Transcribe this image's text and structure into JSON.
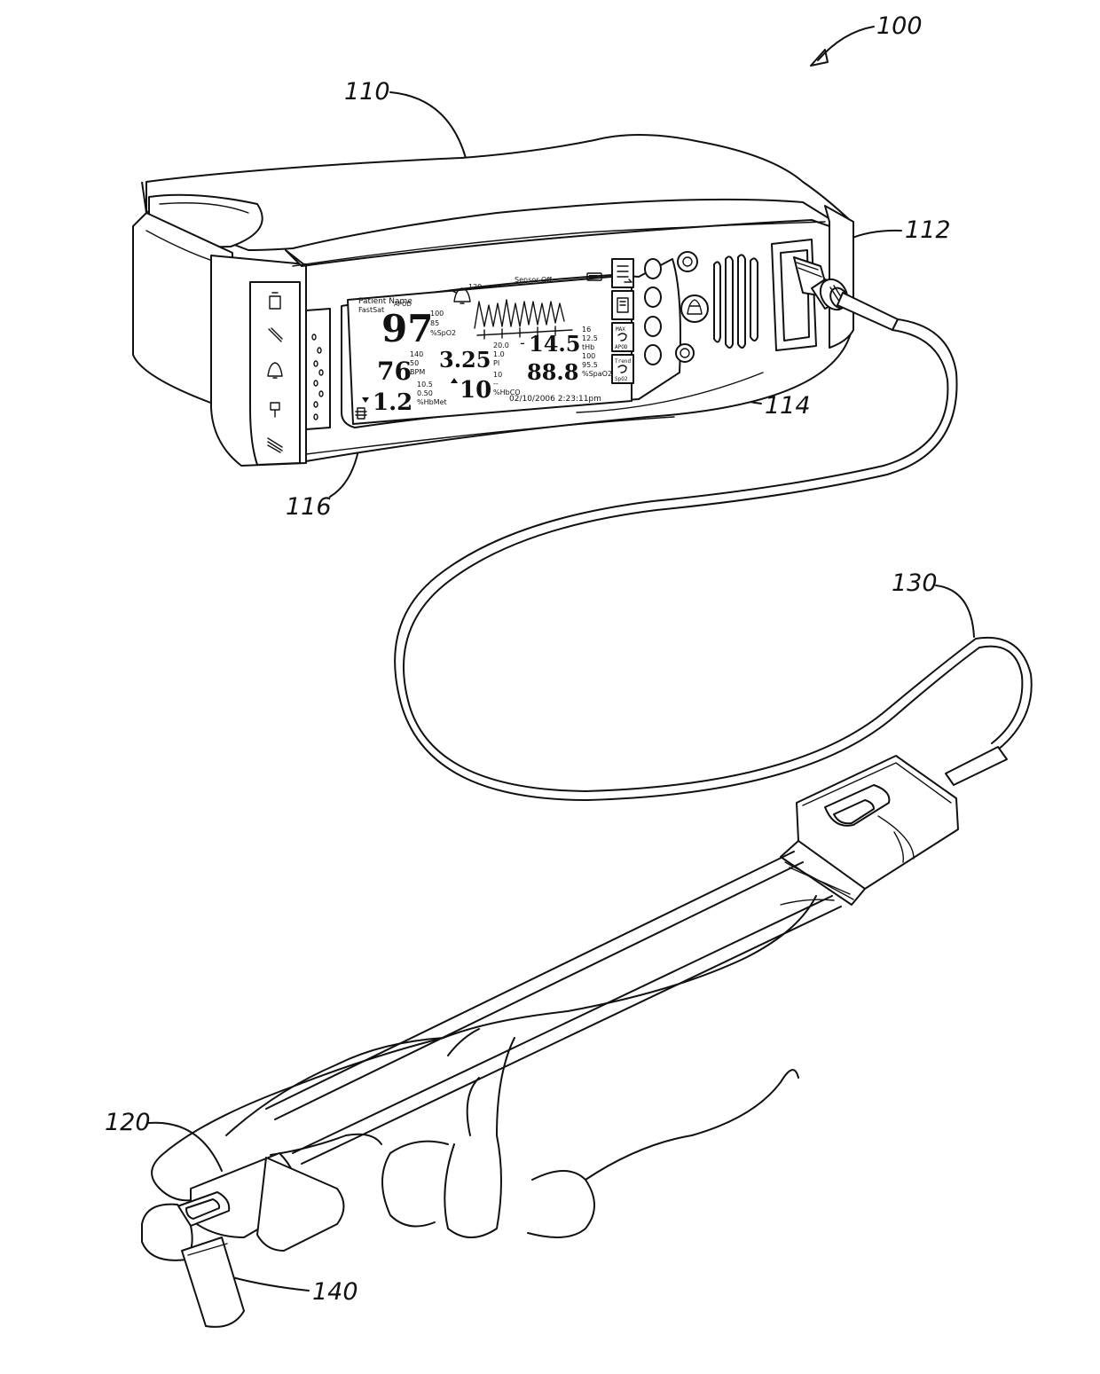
{
  "references": {
    "system": "100",
    "monitor": "110",
    "connector": "112",
    "button": "114",
    "indicator": "116",
    "sensor": "120",
    "cable": "130",
    "clip": "140"
  },
  "screen": {
    "patient_name": "Patient Name",
    "fastsat": "FastSat",
    "apod": "APOD",
    "alarm_limit": "120",
    "sensor_status": "Sensor Off",
    "spo2": {
      "value": "97",
      "high": "100",
      "low": "85",
      "unit": "%SpO2"
    },
    "thb": {
      "value": "14.5",
      "high": "16",
      "low": "12.5",
      "unit": "tHb"
    },
    "pi": {
      "value": "3.25",
      "high": "20.0",
      "low": "1.0",
      "unit": "PI"
    },
    "bpm": {
      "value": "76",
      "high": "140",
      "low": "50",
      "unit": "BPM"
    },
    "spao2": {
      "value": "88.8",
      "high": "100",
      "low": "95.5",
      "unit": "%SpaO2"
    },
    "hbmet": {
      "value": "1.2",
      "high": "10.5",
      "low": "0.50",
      "unit": "%HbMet"
    },
    "hbco": {
      "value": "10",
      "high": "10",
      "low": "--",
      "unit": "%HbCO"
    },
    "datetime": "02/10/2006 2:23:11pm",
    "softkeys": [
      "MAX",
      "APOD",
      "Trend",
      "SpO2"
    ]
  }
}
